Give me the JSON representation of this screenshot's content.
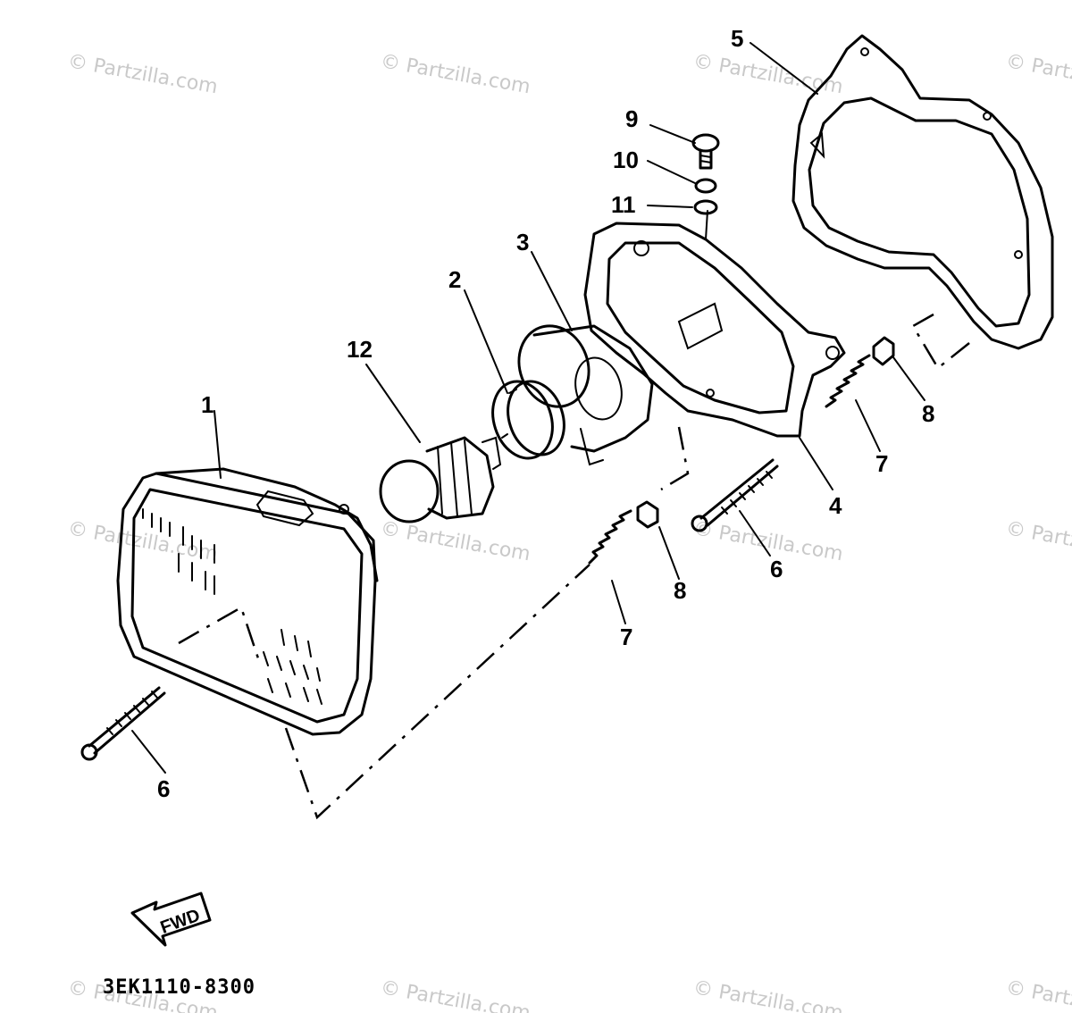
{
  "watermarks": [
    "© Partzilla.com",
    "© Partzilla.com",
    "© Partzilla.com",
    "© Partzilla.com",
    "© Partzilla.com",
    "© Partzilla.com",
    "© Partzilla.com",
    "© Partzilla.com",
    "© Partzilla.com",
    "© Partzilla.com",
    "© Partzilla.com",
    "© Partzilla.com"
  ],
  "callouts": {
    "c1": "1",
    "c2": "2",
    "c3": "3",
    "c4": "4",
    "c5": "5",
    "c6a": "6",
    "c6b": "6",
    "c7a": "7",
    "c7b": "7",
    "c8a": "8",
    "c8b": "8",
    "c9": "9",
    "c10": "10",
    "c11": "11",
    "c12": "12"
  },
  "fwd_label": "FWD",
  "diagram_code": "3EK1110-8300"
}
